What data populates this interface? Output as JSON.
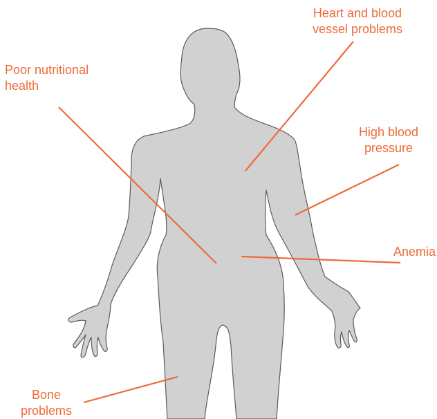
{
  "colors": {
    "accent": "#ee6a37",
    "body_fill": "#d1d1d1",
    "body_outline": "#5a5a5a",
    "background": "#ffffff"
  },
  "labels": {
    "heart": {
      "line1": "Heart and blood",
      "line2": "vessel problems"
    },
    "nutrition": {
      "line1": "Poor nutritional",
      "line2": "health"
    },
    "blood_pressure": {
      "line1": "High blood",
      "line2": "pressure"
    },
    "anemia": {
      "line1": "Anemia"
    },
    "bone": {
      "line1": "Bone",
      "line2": "problems"
    }
  }
}
